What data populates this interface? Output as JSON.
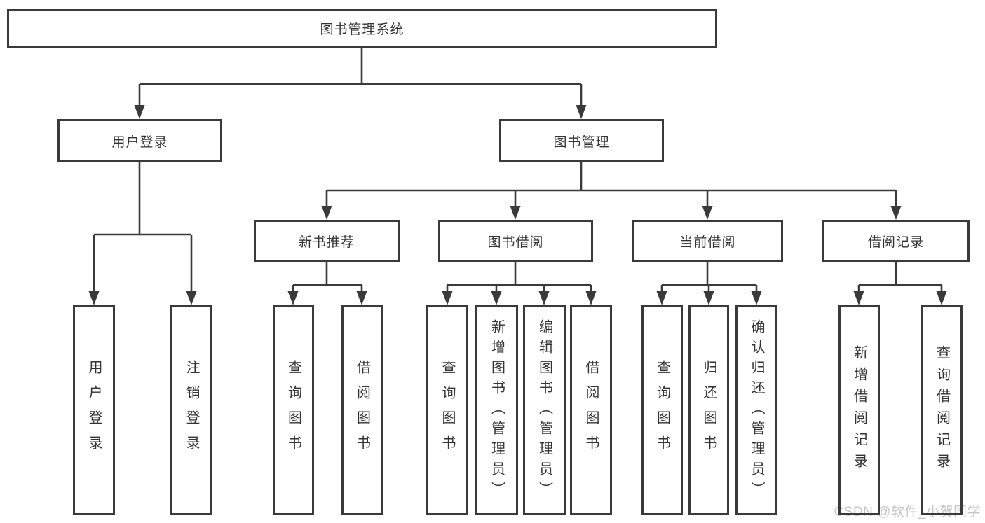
{
  "diagram": {
    "title": "图书管理系统",
    "level2": {
      "user_login": "用户登录",
      "book_mgmt": "图书管理"
    },
    "level3": {
      "new_books": "新书推荐",
      "borrow": "图书借阅",
      "current": "当前借阅",
      "records": "借阅记录"
    },
    "leaves": {
      "login_user": "用户登录",
      "login_logout": "注销登录",
      "nb_query": "查询图书",
      "nb_borrow": "借阅图书",
      "bw_query": "查询图书",
      "bw_add": "新增图书（管理员）",
      "bw_edit": "编辑图书（管理员）",
      "bw_borrow": "借阅图书",
      "cb_query": "查询图书",
      "cb_return": "归还图书",
      "cb_confirm": "确认归还（管理员）",
      "rc_add": "新增借阅记录",
      "rc_query": "查询借阅记录"
    }
  },
  "watermark": "CSDN @软件_小贺同学",
  "colors": {
    "line": "#3a3a3a",
    "text": "#333333",
    "box_background": "#ffffff",
    "watermark": "#c6c6c6"
  }
}
